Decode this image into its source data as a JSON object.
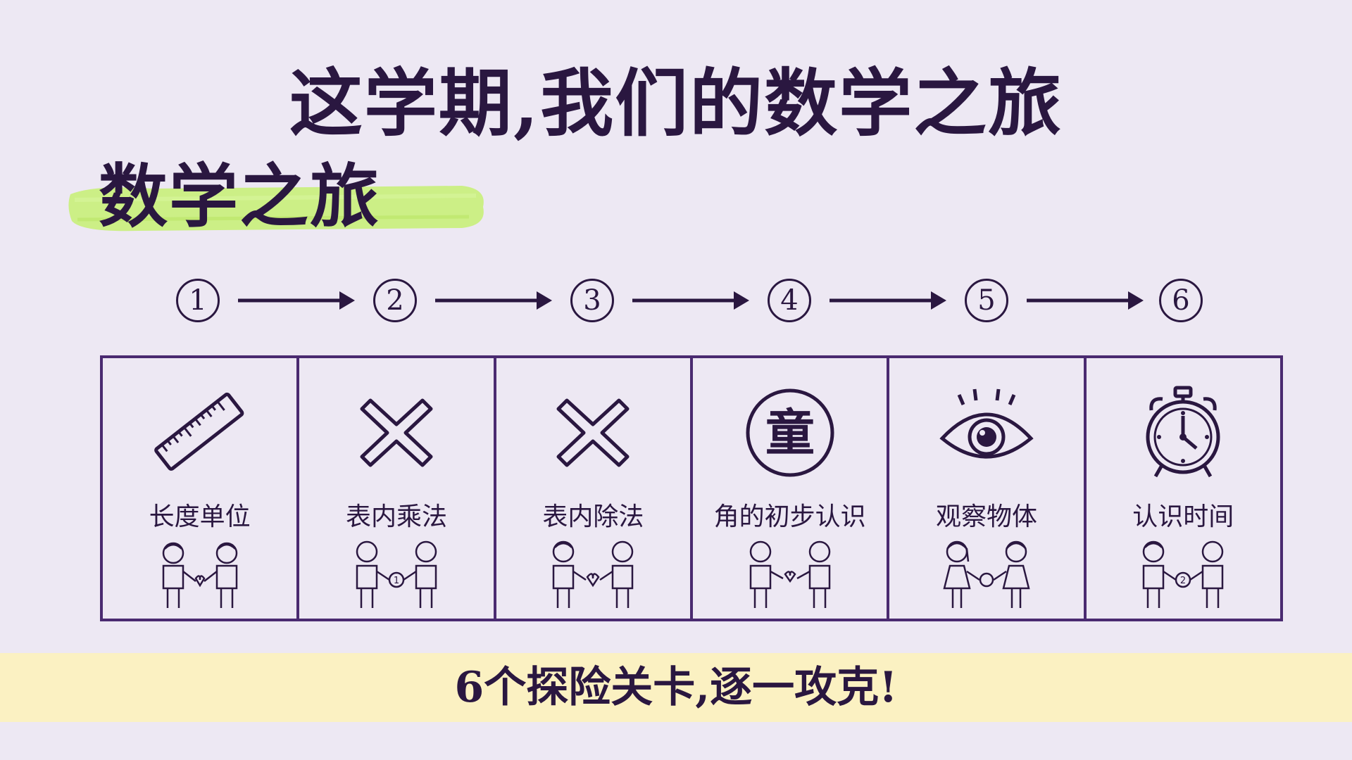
{
  "title": "这学期,我们的数学之旅",
  "subtitle": "数学之旅",
  "colors": {
    "background": "#EDE8F3",
    "ink": "#2A1740",
    "frame": "#4A2A70",
    "highlight": "#C8F07A",
    "banner": "#FBF1C2"
  },
  "steps": [
    {
      "number": "1",
      "label": "长度单位",
      "icon": "ruler-icon"
    },
    {
      "number": "2",
      "label": "表内乘法",
      "icon": "multiply-icon"
    },
    {
      "number": "3",
      "label": "表内除法",
      "icon": "multiply-icon"
    },
    {
      "number": "4",
      "label": "角的初步认识",
      "icon": "tong-seal-icon",
      "icon_text": "童"
    },
    {
      "number": "5",
      "label": "观察物体",
      "icon": "eye-icon"
    },
    {
      "number": "6",
      "label": "认识时间",
      "icon": "alarm-clock-icon"
    }
  ],
  "figure_badges": [
    "",
    "1",
    "",
    "",
    "",
    "2"
  ],
  "banner": "6个探险关卡,逐一攻克!"
}
